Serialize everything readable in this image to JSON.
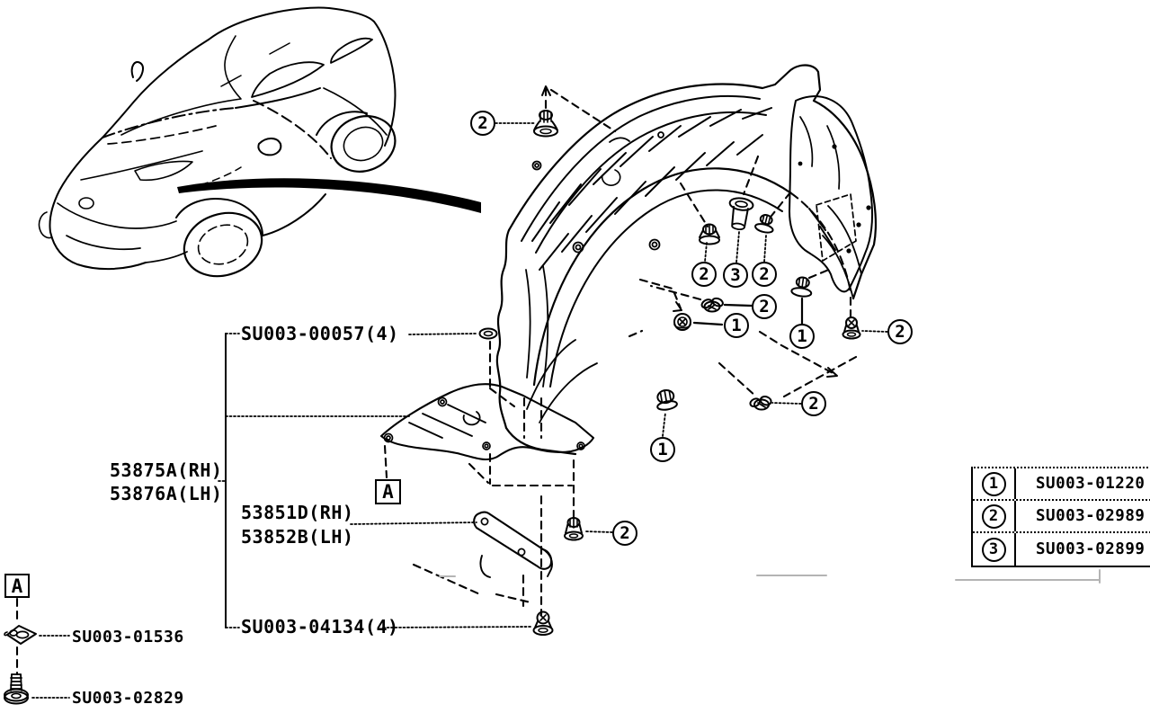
{
  "colors": {
    "ink": "#000000",
    "paper": "#ffffff",
    "artifact_gray": "#b4b4b4"
  },
  "labels": {
    "liner_clip_set": "SU003-00057(4)",
    "fender_liner_rh": "53875A(RH)",
    "fender_liner_lh": "53876A(LH)",
    "bracket_rh": "53851D(RH)",
    "bracket_lh": "53852B(LH)",
    "shield_clip_set": "SU003-04134(4)",
    "washer_part": "SU003-01536",
    "screw_part": "SU003-02829",
    "detail_marker": "A"
  },
  "callouts": [
    {
      "label": "2"
    },
    {
      "label": "2"
    },
    {
      "label": "3"
    },
    {
      "label": "2"
    },
    {
      "label": "2"
    },
    {
      "label": "1"
    },
    {
      "label": "1"
    },
    {
      "label": "2"
    },
    {
      "label": "1"
    },
    {
      "label": "2"
    },
    {
      "label": "2"
    }
  ],
  "legend_table": {
    "rows": [
      {
        "key": "1",
        "part_number": "SU003-01220"
      },
      {
        "key": "2",
        "part_number": "SU003-02989"
      },
      {
        "key": "3",
        "part_number": "SU003-02899"
      }
    ]
  }
}
